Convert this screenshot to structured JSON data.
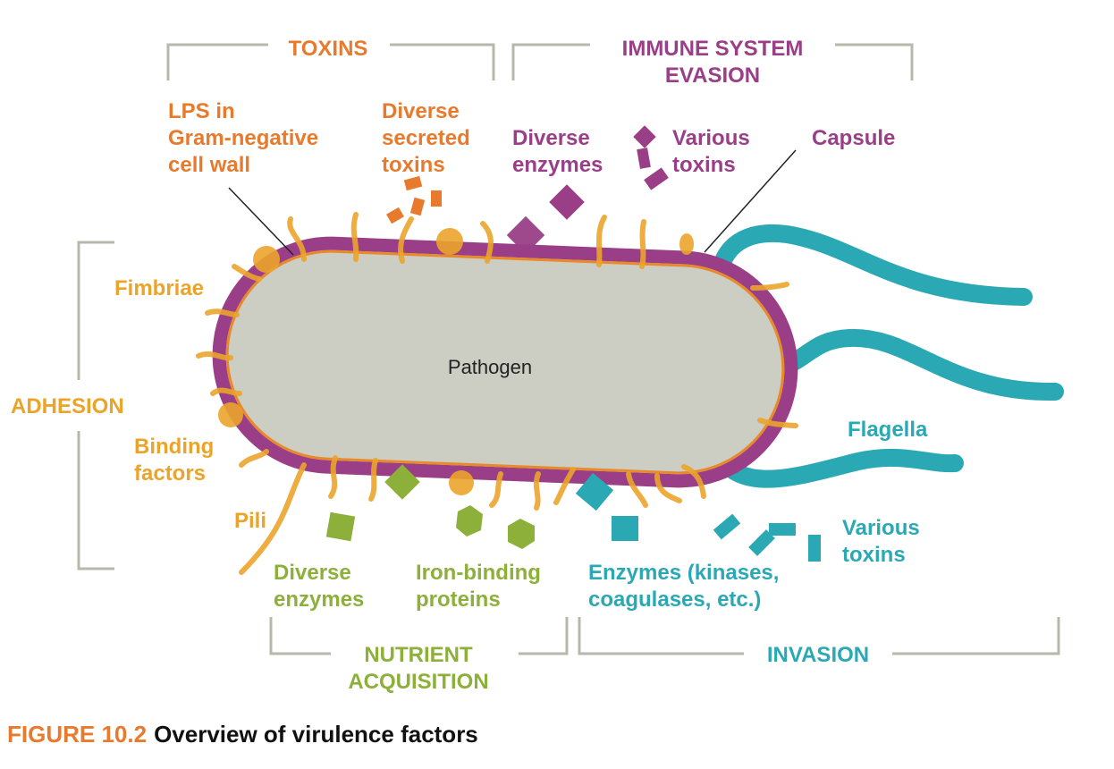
{
  "colors": {
    "toxins": "#e87a2d",
    "adhesion": "#eba42b",
    "immune": "#9a3f87",
    "invasion": "#2aa9b5",
    "nutrient": "#8db03a"
  },
  "groups": {
    "toxins": "TOXINS",
    "immune": [
      "IMMUNE SYSTEM",
      "EVASION"
    ],
    "adhesion": "ADHESION",
    "nutrient": [
      "NUTRIENT",
      "ACQUISITION"
    ],
    "invasion": "INVASION"
  },
  "labels": {
    "lps": [
      "LPS in",
      "Gram-negative",
      "cell wall"
    ],
    "secreted_toxins": [
      "Diverse",
      "secreted",
      "toxins"
    ],
    "immune_enzymes": [
      "Diverse",
      "enzymes"
    ],
    "immune_toxins": [
      "Various",
      "toxins"
    ],
    "capsule": "Capsule",
    "fimbriae": "Fimbriae",
    "binding": [
      "Binding",
      "factors"
    ],
    "pili": "Pili",
    "flagella": "Flagella",
    "invasion_toxins": [
      "Various",
      "toxins"
    ],
    "nutrient_enzymes": [
      "Diverse",
      "enzymes"
    ],
    "iron": [
      "Iron-binding",
      "proteins"
    ],
    "invasion_enzymes": [
      "Enzymes (kinases,",
      "coagulases, etc.)"
    ],
    "pathogen": "Pathogen"
  },
  "caption": {
    "number": "FIGURE 10.2",
    "title": "Overview of virulence factors"
  }
}
